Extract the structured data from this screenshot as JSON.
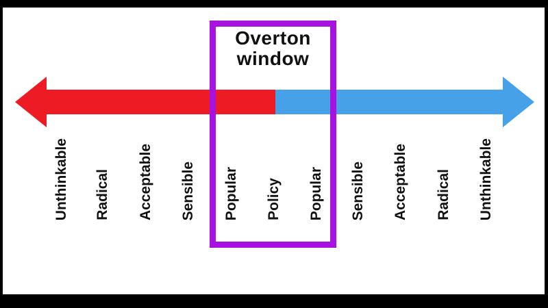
{
  "diagram": {
    "title": "Overton window",
    "labels": [
      "Unthinkable",
      "Radical",
      "Acceptable",
      "Sensible",
      "Popular",
      "Policy",
      "Popular",
      "Sensible",
      "Acceptable",
      "Radical",
      "Unthinkable"
    ],
    "spectrum": {
      "left_degrees": [
        "Unthinkable",
        "Radical",
        "Acceptable",
        "Sensible",
        "Popular"
      ],
      "center_degree": "Policy",
      "right_degrees": [
        "Popular",
        "Sensible",
        "Acceptable",
        "Radical",
        "Unthinkable"
      ]
    },
    "colors": {
      "left_arrow": "#ed1c24",
      "right_arrow": "#47a1e8",
      "window_box": "#a812e0",
      "title_text": "#111111",
      "label_text": "#111111",
      "frame": "#000000",
      "canvas": "#ffffff"
    }
  }
}
